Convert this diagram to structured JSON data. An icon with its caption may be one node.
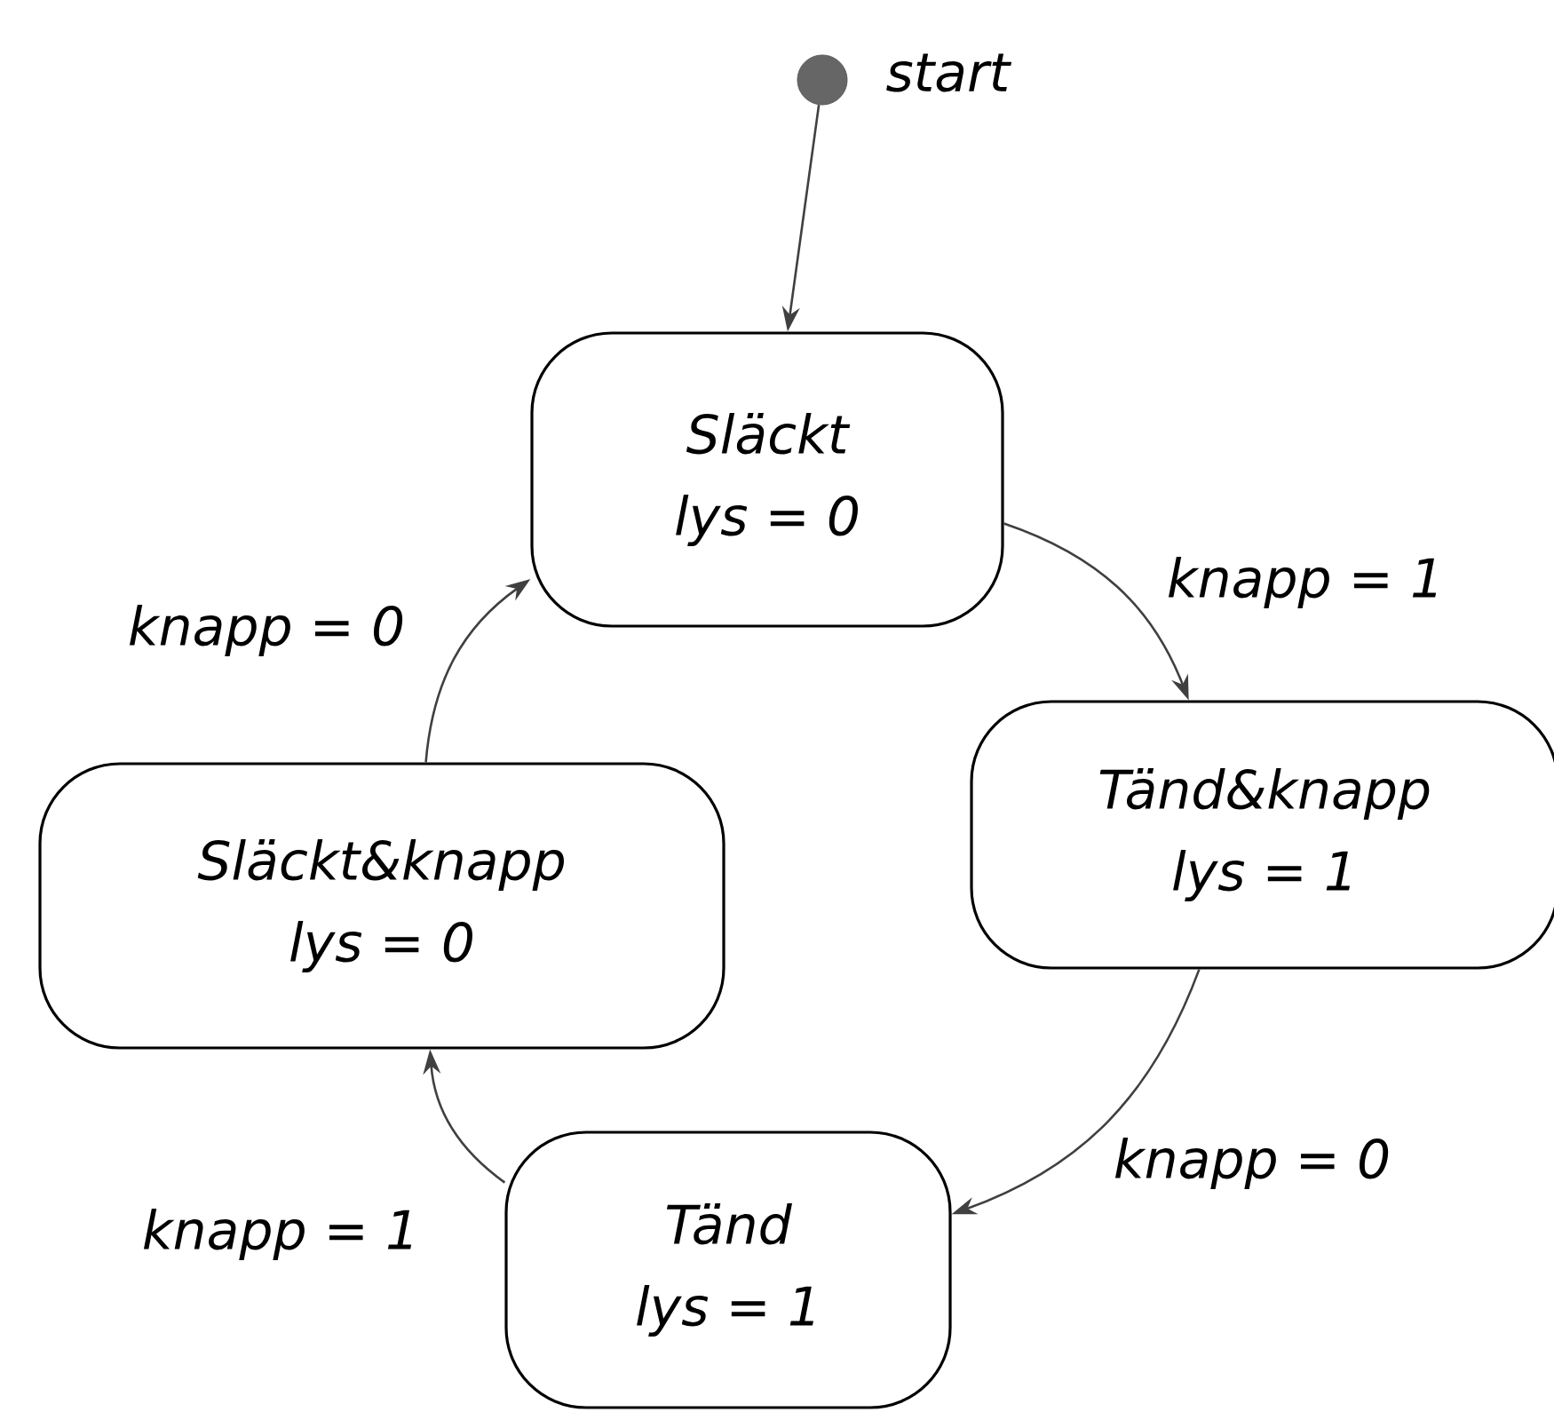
{
  "diagram": {
    "nodes": [
      {
        "text": [],
        "shape": "circle",
        "beside": [
          "start"
        ]
      },
      {
        "text": [
          "Släckt",
          "lys = 0"
        ]
      },
      {
        "text": [
          "Tänd&knapp",
          "lys = 1"
        ]
      },
      {
        "text": [
          "Tänd",
          "lys = 1"
        ]
      },
      {
        "text": [
          "Släckt&knapp",
          "lys = 0"
        ]
      }
    ],
    "edges": [
      {
        "from": 0,
        "to": 1,
        "arrow": "to"
      },
      {
        "from": 1,
        "to": 2,
        "arrow": "to",
        "label": "knapp = 1"
      },
      {
        "from": 2,
        "to": 3,
        "arrow": "to",
        "label": "knapp = 0"
      },
      {
        "from": 3,
        "to": 4,
        "arrow": "to",
        "label": "knapp = 1"
      },
      {
        "from": 4,
        "to": 1,
        "arrow": "to",
        "label": "knapp = 0"
      }
    ]
  }
}
